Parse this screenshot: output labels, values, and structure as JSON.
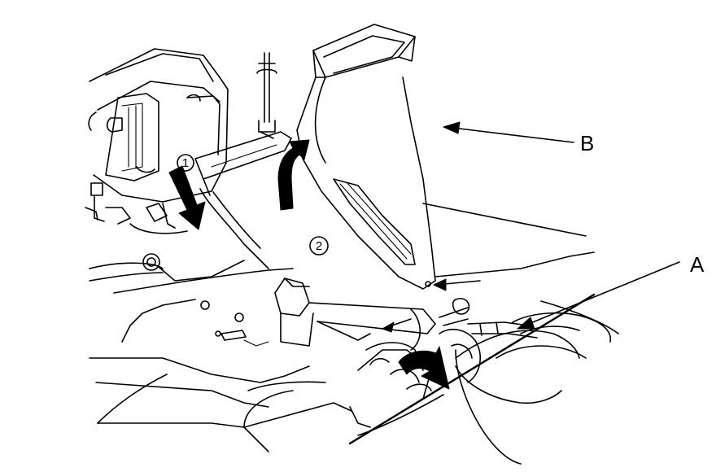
{
  "callouts": [
    {
      "id": "A",
      "label": "A"
    },
    {
      "id": "B",
      "label": "B"
    }
  ],
  "steps": [
    {
      "id": "1",
      "label": "1"
    },
    {
      "id": "2",
      "label": "2"
    }
  ]
}
